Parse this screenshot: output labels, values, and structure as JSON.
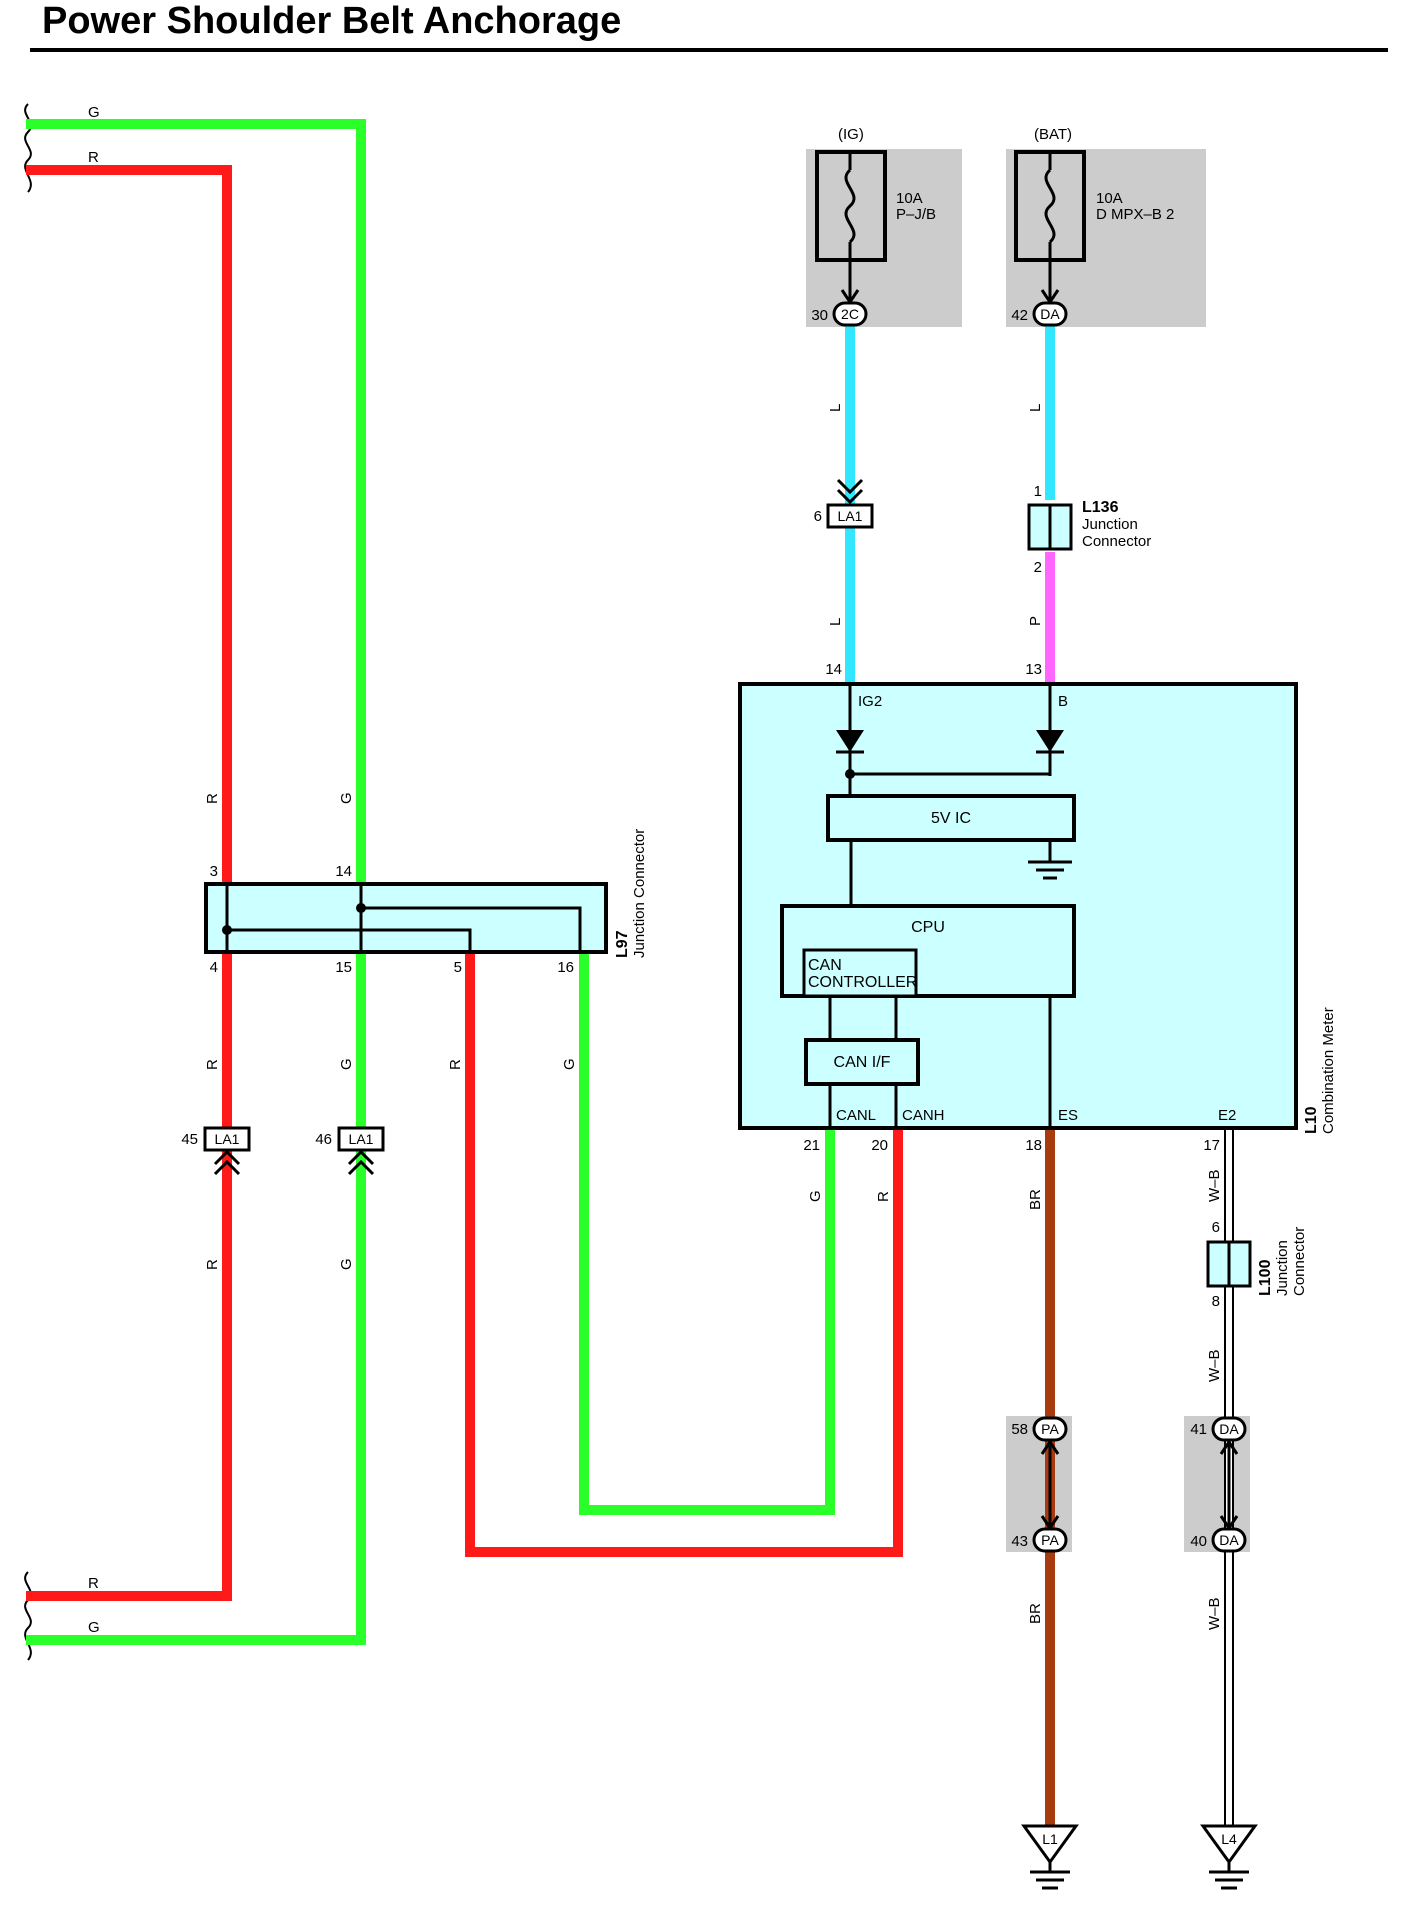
{
  "title": "Power Shoulder Belt Anchorage",
  "colors": {
    "green": "#2aff2a",
    "red": "#ff1a1a",
    "blue": "#33e6ff",
    "pink": "#ff66ff",
    "brown": "#a83a0f",
    "wb": "#ffffff",
    "box_fill": "#ccffff",
    "gray_fill": "#cccccc"
  },
  "wire_labels": {
    "g": "G",
    "r": "R",
    "l": "L",
    "p": "P",
    "br": "BR",
    "wb": "W–B"
  },
  "fuses": [
    {
      "supply": "(IG)",
      "rating": "10A",
      "location": "P–J/B",
      "pin": "30",
      "connector": "2C"
    },
    {
      "supply": "(BAT)",
      "rating": "10A",
      "location": "D MPX–B 2",
      "pin": "42",
      "connector": "DA"
    }
  ],
  "connector_la1": {
    "name": "LA1",
    "pins": {
      "top": "6",
      "left_r": "45",
      "left_g": "46"
    }
  },
  "l136": {
    "name": "L136",
    "line1": "Junction",
    "line2": "Connector",
    "pin_in": "1",
    "pin_out": "2"
  },
  "l97": {
    "name": "L97",
    "desc": "Junction Connector",
    "pins_top": [
      "3",
      "14"
    ],
    "pins_bottom": [
      "4",
      "15",
      "5",
      "16"
    ]
  },
  "l10": {
    "name": "L10",
    "desc": "Combination Meter",
    "pins_top": {
      "ig2_pin": "14",
      "b_pin": "13"
    },
    "pins_bottom": {
      "canl": "21",
      "canh": "20",
      "es": "18",
      "e2": "17"
    },
    "terminals": {
      "ig2": "IG2",
      "b": "B",
      "canl": "CANL",
      "canh": "CANH",
      "es": "ES",
      "e2": "E2"
    },
    "blocks": {
      "ic": "5V IC",
      "cpu": "CPU",
      "can_ctrl_1": "CAN",
      "can_ctrl_2": "CONTROLLER",
      "can_if": "CAN I/F"
    }
  },
  "l100": {
    "name": "L100",
    "line1": "Junction",
    "line2": "Connector",
    "pin_in": "6",
    "pin_out": "8"
  },
  "inline_connectors": [
    {
      "pin_top": "58",
      "pin_bottom": "43",
      "name": "PA"
    },
    {
      "pin_top": "41",
      "pin_bottom": "40",
      "name": "DA"
    }
  ],
  "grounds": [
    "L1",
    "L4"
  ]
}
